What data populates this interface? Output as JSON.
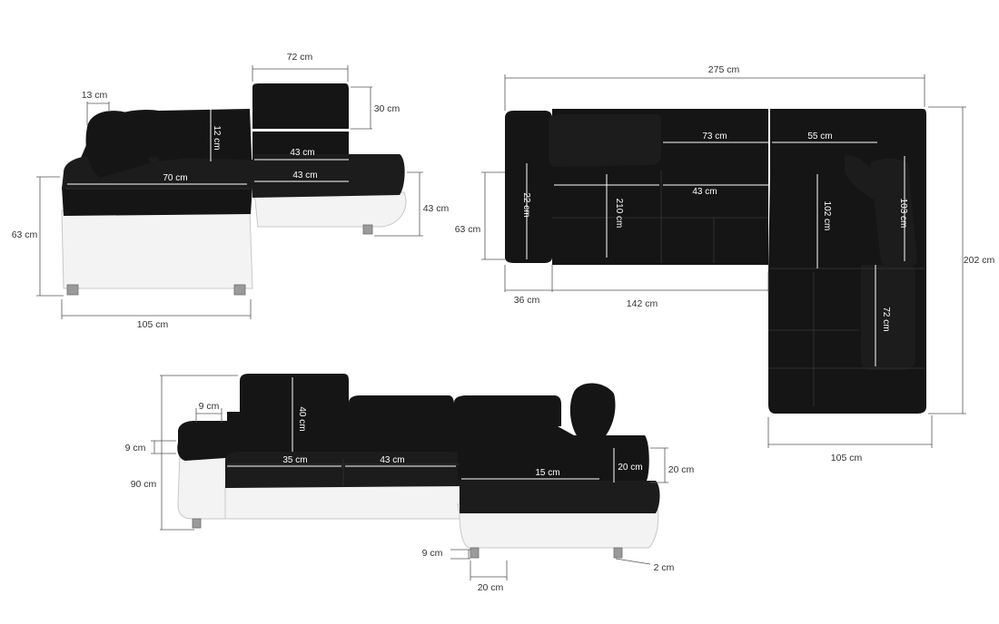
{
  "front_left_view": {
    "dims": {
      "headrest_width": "72 cm",
      "armrest_depth": "13 cm",
      "headrest_height": "30 cm",
      "backrest_height": "12 cm",
      "seat_depth_upper": "43 cm",
      "seat_depth_lower": "43 cm",
      "seat_width": "70 cm",
      "total_height": "63 cm",
      "side_height": "43 cm",
      "total_width": "105 cm"
    }
  },
  "top_view": {
    "dims": {
      "total_length": "275 cm",
      "seat_a_width": "73 cm",
      "seat_b_width": "55 cm",
      "armrest_depth_top": "22 cm",
      "seat_depth_top": "210 cm",
      "middle_seat": "43 cm",
      "corner_depth_a": "102 cm",
      "corner_depth_b": "103 cm",
      "left_height": "63 cm",
      "total_depth": "202 cm",
      "armrest_width": "36 cm",
      "main_section_length": "142 cm",
      "chaise_seat": "72 cm",
      "chaise_width": "105 cm"
    }
  },
  "front_view": {
    "dims": {
      "arm_width": "9 cm",
      "headrest_height": "40 cm",
      "arm_thickness": "9 cm",
      "total_height": "90 cm",
      "seat_a": "35 cm",
      "seat_b": "43 cm",
      "seat_c": "15 cm",
      "back_height_inner": "20 cm",
      "back_height_outer": "20 cm",
      "leg_height": "9 cm",
      "leg_depth": "20 cm",
      "leg_width": "2 cm"
    }
  }
}
